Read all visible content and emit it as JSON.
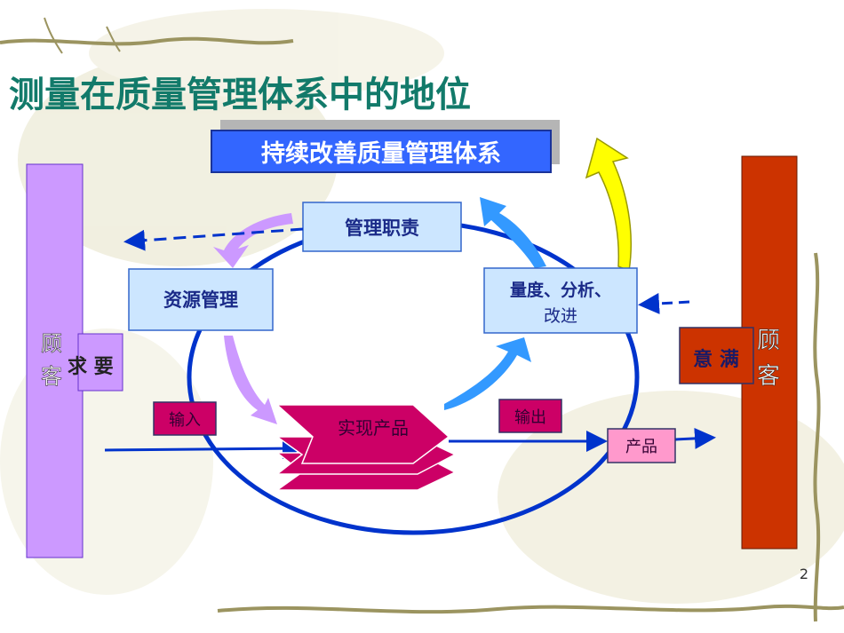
{
  "title": "测量在质量管理体系中的地位",
  "banner": "持续改善质量管理体系",
  "boxes": {
    "management": "管理职责",
    "resource": "资源管理",
    "measure_line1": "量度、分析、",
    "measure_line2": "改进",
    "realize": "实现产品",
    "input": "输入",
    "output": "输出",
    "product": "产品"
  },
  "left_customer": {
    "label_1": "顾",
    "label_2": "客",
    "requirement": "求 要"
  },
  "right_customer": {
    "label_1": "顾",
    "label_2": "客",
    "satisfaction": "意 满"
  },
  "page_number": "2",
  "colors": {
    "title": "#127a6a",
    "banner": "#3366ff",
    "left_bar": "#cc99ff",
    "right_bar": "#cc3300",
    "cycle": "#0033cc",
    "realize": "#cc0066"
  }
}
